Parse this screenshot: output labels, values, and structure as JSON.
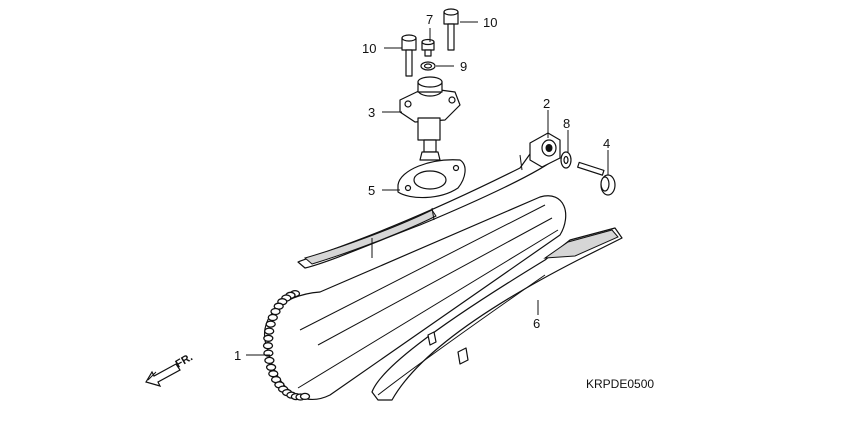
{
  "diagram": {
    "code": "KRPDE0500",
    "front_label": "FR.",
    "callouts": [
      {
        "id": "c1",
        "label": "1"
      },
      {
        "id": "c2",
        "label": "2"
      },
      {
        "id": "c3",
        "label": "3"
      },
      {
        "id": "c4",
        "label": "4"
      },
      {
        "id": "c5",
        "label": "5"
      },
      {
        "id": "c6",
        "label": "6"
      },
      {
        "id": "c7",
        "label": "7"
      },
      {
        "id": "c8",
        "label": "8"
      },
      {
        "id": "c9",
        "label": "9"
      },
      {
        "id": "c10a",
        "label": "10"
      },
      {
        "id": "c10b",
        "label": "10"
      }
    ]
  }
}
